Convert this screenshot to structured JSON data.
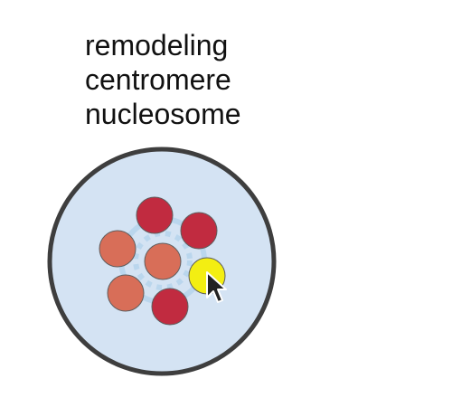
{
  "labels": {
    "line1": "remodeling",
    "line2": "centromere",
    "line3": "nucleosome"
  },
  "diagram": {
    "icons": {
      "particle": "sphere-icon",
      "pointer": "mouse-cursor-icon"
    },
    "colors": {
      "cell_fill": "#d4e3f3",
      "cell_border": "#3e3e3e",
      "dna_wrap": "#b6d4ec",
      "particle_dark_red": "#c12b40",
      "particle_salmon": "#d86e58",
      "particle_highlight": "#f3ee12",
      "cursor": "#222222"
    }
  }
}
